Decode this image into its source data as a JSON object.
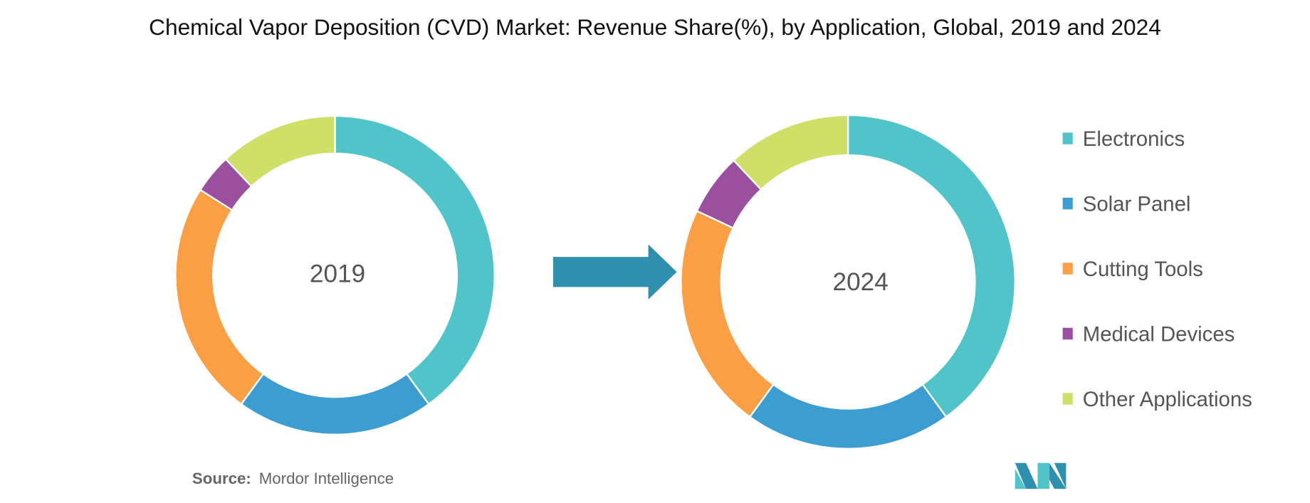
{
  "chart_data": {
    "type": "donut",
    "title": "Chemical Vapor Deposition (CVD) Market: Revenue Share(%), by Application, Global, 2019 and 2024",
    "categories": [
      "Electronics",
      "Solar Panel",
      "Cutting Tools",
      "Medical Devices",
      "Other Applications"
    ],
    "colors": [
      "#51c4c9",
      "#3c9dd0",
      "#fb9f45",
      "#9b4f9f",
      "#d0df67"
    ],
    "series": [
      {
        "name": "2019",
        "values": [
          40,
          20,
          24,
          4,
          12
        ]
      },
      {
        "name": "2024",
        "values": [
          40,
          20,
          22,
          6,
          12
        ]
      }
    ],
    "legend_position": "right",
    "arrow_color": "#2e8fae"
  },
  "source": {
    "label": "Source:",
    "value": "Mordor Intelligence"
  },
  "logo": {
    "text": "MI",
    "colors": [
      "#2e8fae",
      "#51c4c9"
    ]
  }
}
